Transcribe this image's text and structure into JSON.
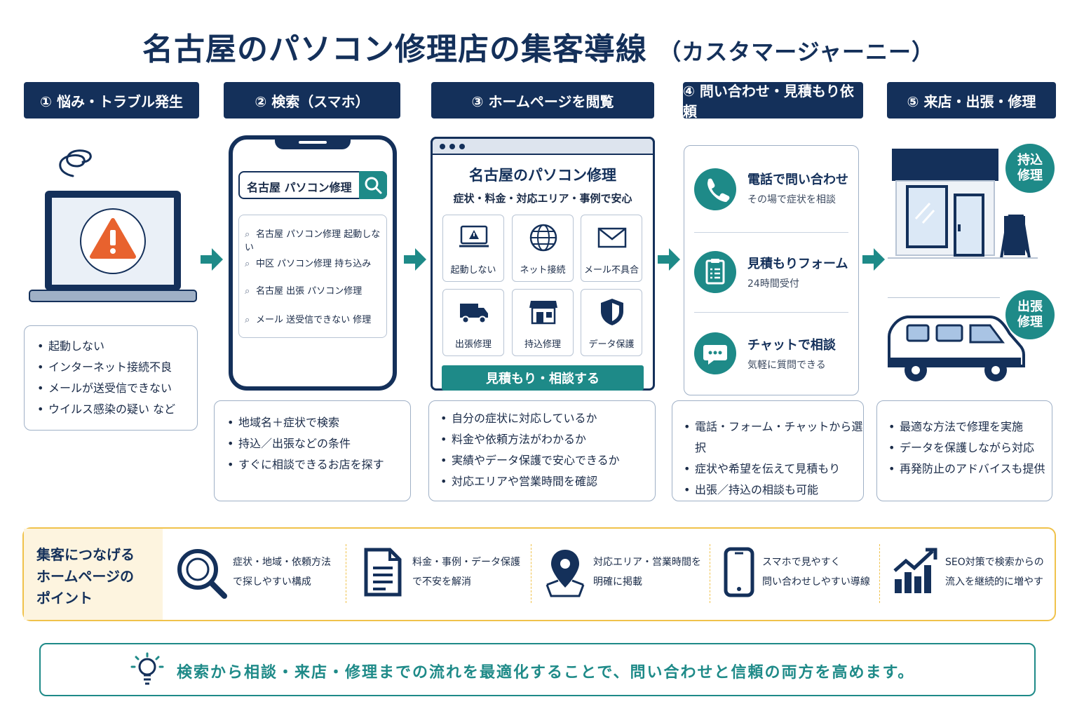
{
  "title": {
    "main": "名古屋のパソコン修理店の集客導線",
    "sub": "（カスタマージャーニー）"
  },
  "steps": [
    {
      "label": "① 悩み・トラブル発生"
    },
    {
      "label": "② 検索（スマホ）"
    },
    {
      "label": "③ ホームページを閲覧"
    },
    {
      "label": "④ 問い合わせ・見積もり依頼"
    },
    {
      "label": "⑤ 来店・出張・修理"
    }
  ],
  "step1": {
    "bullets": [
      "起動しない",
      "インターネット接続不良",
      "メールが送受信できない",
      "ウイルス感染の疑い など"
    ]
  },
  "step2": {
    "search_query": "名古屋 パソコン修理",
    "suggestions": [
      "名古屋 パソコン修理 起動しない",
      "中区 パソコン修理 持ち込み",
      "名古屋 出張 パソコン修理",
      "メール 送受信できない 修理"
    ],
    "bullets": [
      "地域名＋症状で検索",
      "持込／出張などの条件",
      "すぐに相談できるお店を探す"
    ]
  },
  "step3": {
    "page_title": "名古屋のパソコン修理",
    "page_subtitle": "症状・料金・対応エリア・事例で安心",
    "tiles": [
      "起動しない",
      "ネット接続",
      "メール不具合",
      "出張修理",
      "持込修理",
      "データ保護"
    ],
    "cta": "見積もり・相談する",
    "bullets": [
      "自分の症状に対応しているか",
      "料金や依頼方法がわかるか",
      "実績やデータ保護で安心できるか",
      "対応エリアや営業時間を確認"
    ]
  },
  "step4": {
    "channels": [
      {
        "title": "電話で問い合わせ",
        "sub": "その場で症状を相談"
      },
      {
        "title": "見積もりフォーム",
        "sub": "24時間受付"
      },
      {
        "title": "チャットで相談",
        "sub": "気軽に質問できる"
      }
    ],
    "bullets": [
      "電話・フォーム・チャットから選択",
      "症状や希望を伝えて見積もり",
      "出張／持込の相談も可能"
    ]
  },
  "step5": {
    "badge_bring": "持込\n修理",
    "badge_visit": "出張\n修理",
    "bullets": [
      "最適な方法で修理を実施",
      "データを保護しながら対応",
      "再発防止のアドバイスも提供"
    ]
  },
  "points": {
    "heading": "集客につなげる\nホームページの\nポイント",
    "items": [
      {
        "icon": "search-icon",
        "text": "症状・地域・依頼方法\nで探しやすい構成"
      },
      {
        "icon": "document-icon",
        "text": "料金・事例・データ保護\nで不安を解消"
      },
      {
        "icon": "map-pin-icon",
        "text": "対応エリア・営業時間を\n明確に掲載"
      },
      {
        "icon": "smartphone-icon",
        "text": "スマホで見やすく\n問い合わせしやすい導線"
      },
      {
        "icon": "growth-chart-icon",
        "text": "SEO対策で検索からの\n流入を継続的に増やす"
      }
    ]
  },
  "footer": {
    "text": "検索から相談・来店・修理までの流れを最適化することで、問い合わせと信頼の両方を高めます。"
  },
  "colors": {
    "navy": "#14305a",
    "teal": "#1e8a88",
    "orange": "#e8622e",
    "gold": "#f0c24b"
  }
}
